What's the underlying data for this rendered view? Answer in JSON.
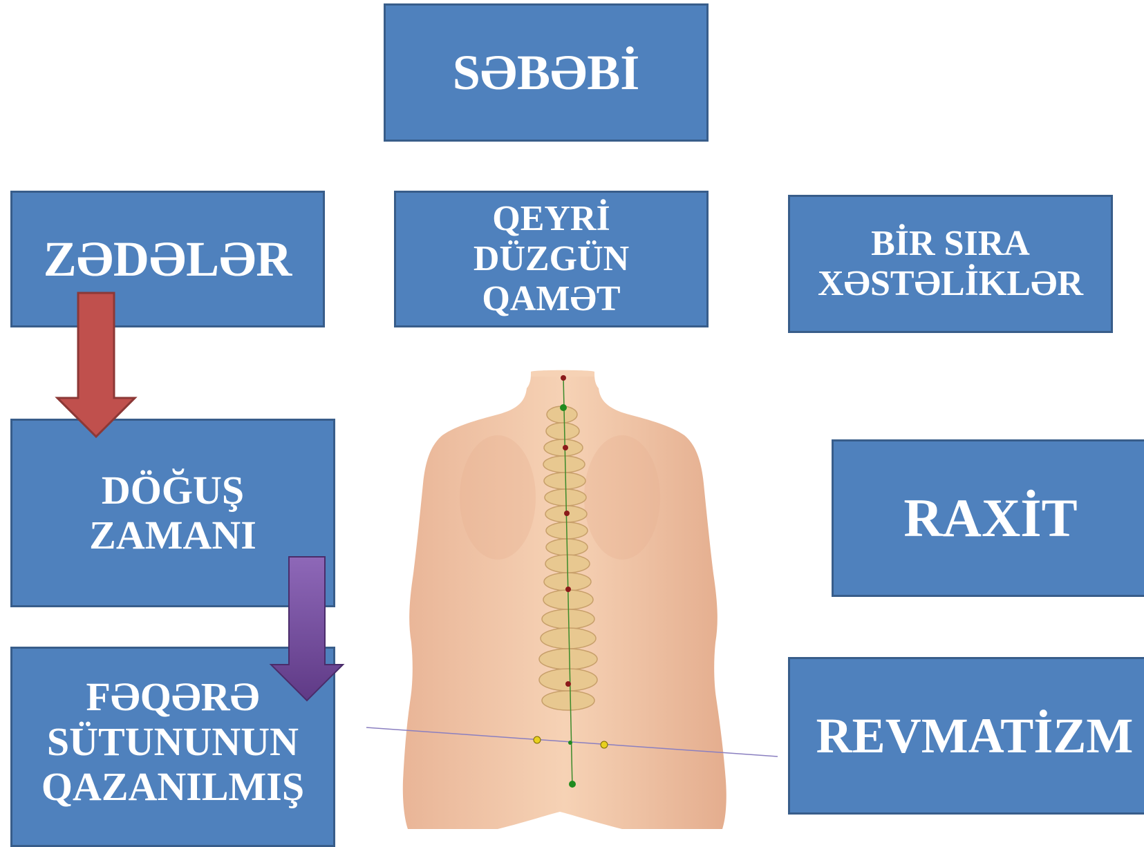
{
  "title": "SƏBƏBİ",
  "causes": {
    "injuries": "ZƏDƏLƏR",
    "posture": [
      "QEYRİ",
      "DÜZGÜN",
      "QAMƏT"
    ],
    "diseases": [
      "BİR SIRA",
      "XƏSTƏLİKLƏR"
    ]
  },
  "injury_types": {
    "birth": [
      "DÖĞUŞ",
      "ZAMANI"
    ],
    "acquired": [
      "FƏQƏRƏ",
      "SÜTUNUNUN",
      "QAZANILMIŞ"
    ]
  },
  "disease_examples": {
    "rickets": "RAXİT",
    "rheumatism": "REVMATİZM"
  },
  "colors": {
    "box_fill": "#4f81bd",
    "box_border": "#385d8a",
    "arrow_red": "#c0504d",
    "arrow_purple": "#7a4f9c",
    "skin": "#f4c9a8",
    "spine": "#e8c890"
  }
}
